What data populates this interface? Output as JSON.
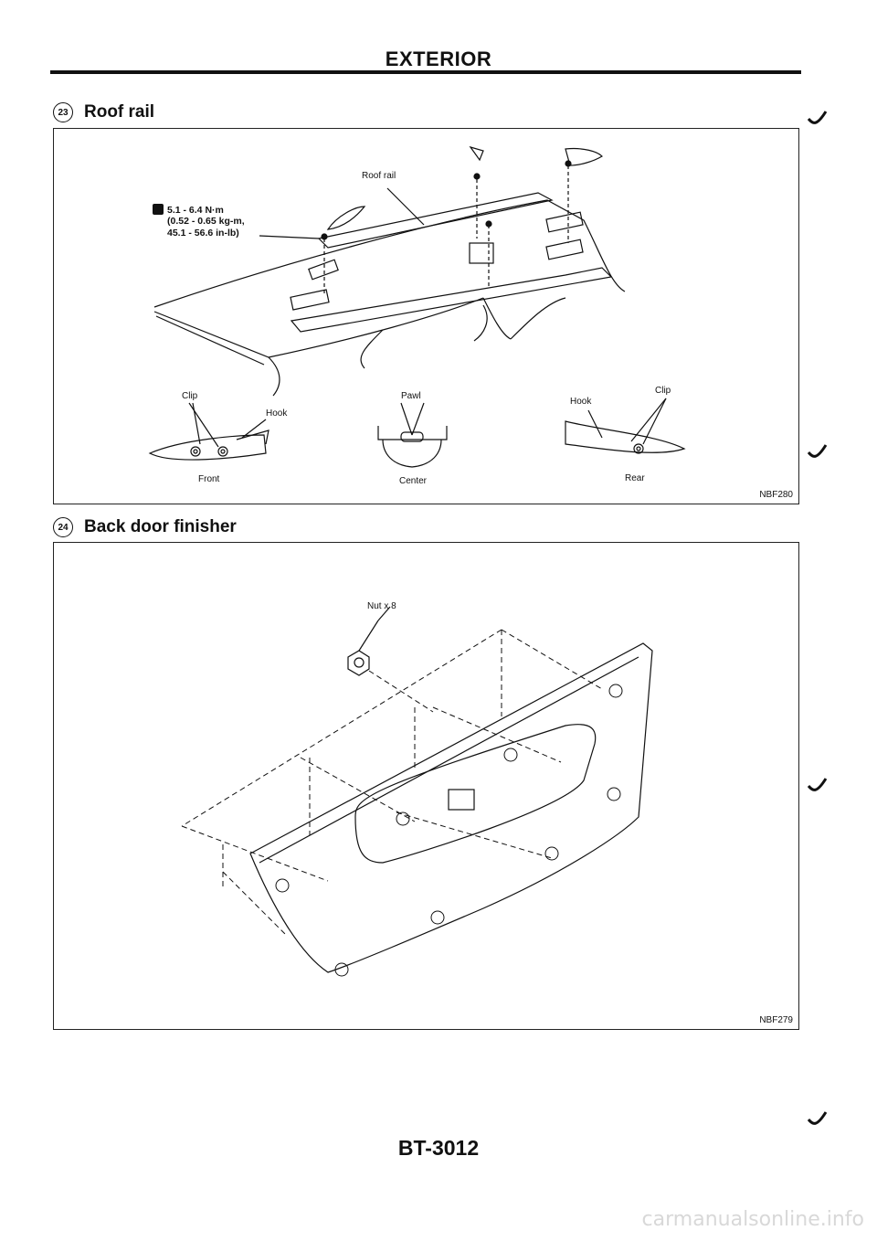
{
  "header": {
    "title": "EXTERIOR"
  },
  "sections": [
    {
      "number": "23",
      "title": "Roof rail",
      "code": "NBF280",
      "labels": {
        "roof_rail": "Roof rail",
        "torque_line1": "5.1 - 6.4 N·m",
        "torque_line2": "(0.52 - 0.65 kg-m,",
        "torque_line3": "45.1 - 56.6 in-lb)",
        "clip_front": "Clip",
        "hook_front": "Hook",
        "front": "Front",
        "pawl": "Pawl",
        "center": "Center",
        "hook_rear": "Hook",
        "clip_rear": "Clip",
        "rear": "Rear"
      }
    },
    {
      "number": "24",
      "title": "Back door finisher",
      "code": "NBF279",
      "labels": {
        "nut": "Nut x 8"
      }
    }
  ],
  "footer": {
    "page_number": "BT-3012"
  },
  "watermark": "carmanualsonline.info"
}
